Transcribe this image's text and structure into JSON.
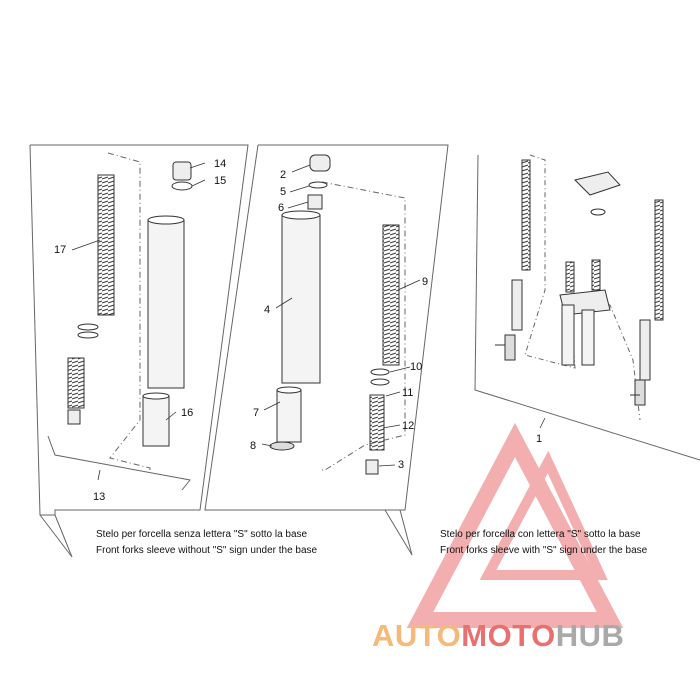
{
  "callouts": [
    "1",
    "2",
    "3",
    "4",
    "5",
    "6",
    "7",
    "8",
    "9",
    "10",
    "11",
    "12",
    "13",
    "14",
    "15",
    "16",
    "17"
  ],
  "captions": {
    "left_it": "Stelo per forcella senza lettera \"S\" sotto la base",
    "left_en": "Front forks sleeve without \"S\" sign under the base",
    "right_it": "Stelo per forcella con lettera \"S\" sotto la base",
    "right_en": "Front forks sleeve with \"S\" sign under the base"
  },
  "watermark": {
    "part1": "AUTO",
    "part2": "MOTO",
    "part3": "HUB",
    "color1": "#f4b97b",
    "color2": "#ea6f6f",
    "color3": "#a9a9a9"
  }
}
